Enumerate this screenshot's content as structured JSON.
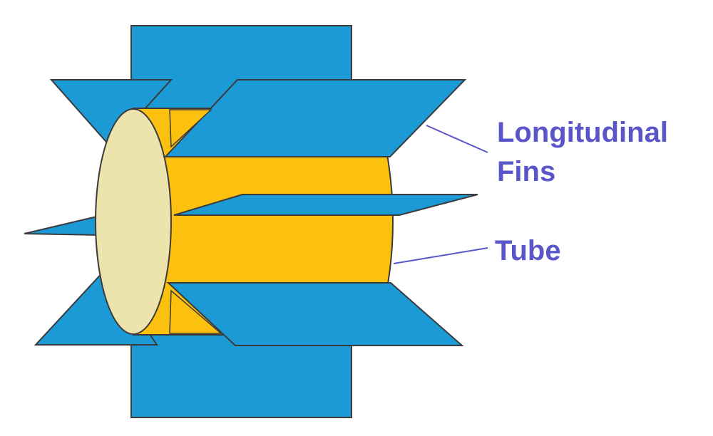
{
  "labels": {
    "fins_line1": "Longitudinal",
    "fins_line2": "Fins",
    "tube": "Tube"
  },
  "colors": {
    "fin": "#1b9ad6",
    "tube": "#fcc10f",
    "tube_end": "#ece3ad",
    "outline": "#3b3b3b",
    "label_text": "#5a55c8",
    "leader_line": "#5a55c8"
  }
}
